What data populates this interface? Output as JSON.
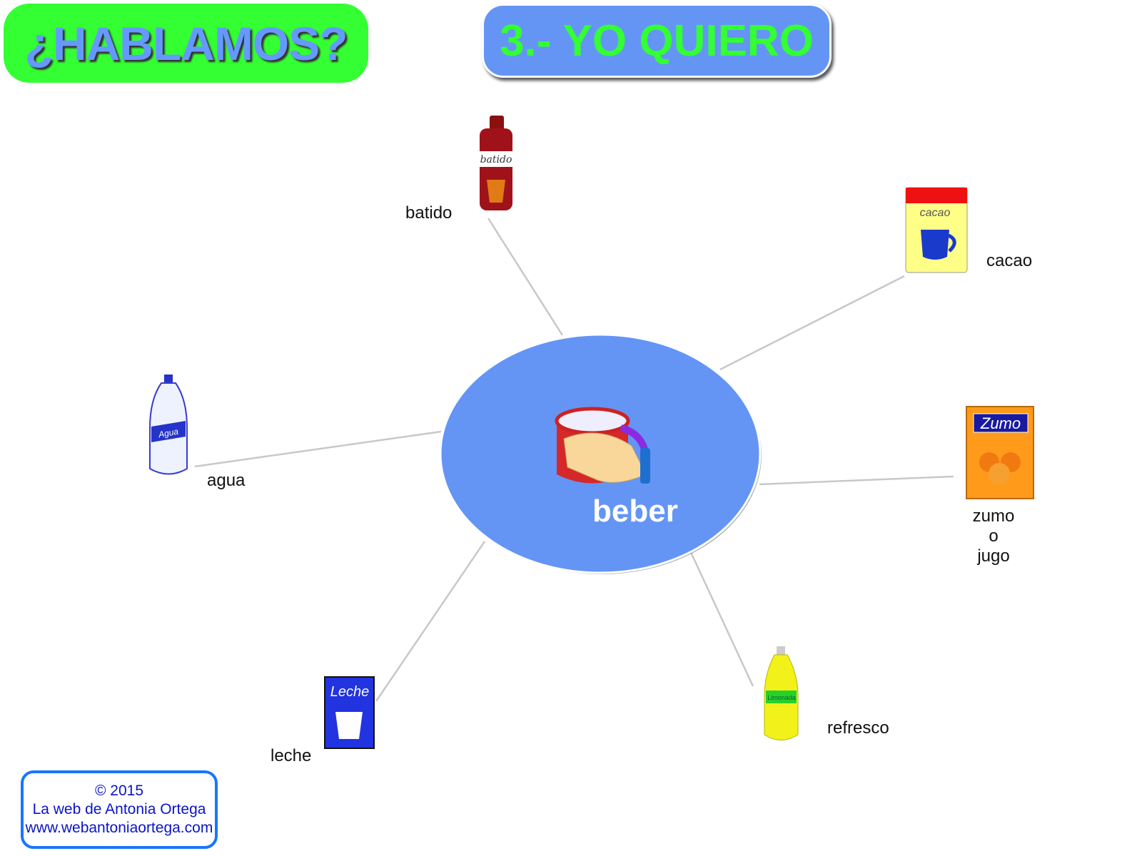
{
  "header": {
    "badge": "¿HABLAMOS?",
    "title": "3.- YO QUIERO"
  },
  "center": {
    "label": "beber",
    "icon": "mug-in-hand-icon"
  },
  "items": [
    {
      "label": "batido",
      "icon": "milkshake-bottle-icon"
    },
    {
      "label": "cacao",
      "icon": "cocoa-box-icon"
    },
    {
      "label": "agua",
      "icon": "water-bottle-icon"
    },
    {
      "label_lines": [
        "zumo",
        "o",
        "jugo"
      ],
      "icon": "juice-box-icon"
    },
    {
      "label": "refresco",
      "icon": "lemonade-bottle-icon"
    },
    {
      "label": "leche",
      "icon": "milk-carton-icon"
    }
  ],
  "icon_text": {
    "batido": "batido",
    "cacao": "cacao",
    "agua": "Agua",
    "zumo": "Zumo",
    "refresco": "Limonada",
    "leche": "Leche"
  },
  "footer": {
    "line1": "© 2015",
    "line2": "La web de Antonia Ortega",
    "line3": "www.webantoniaortega.com"
  },
  "colors": {
    "green": "#33ff33",
    "blue": "#6495f5"
  }
}
